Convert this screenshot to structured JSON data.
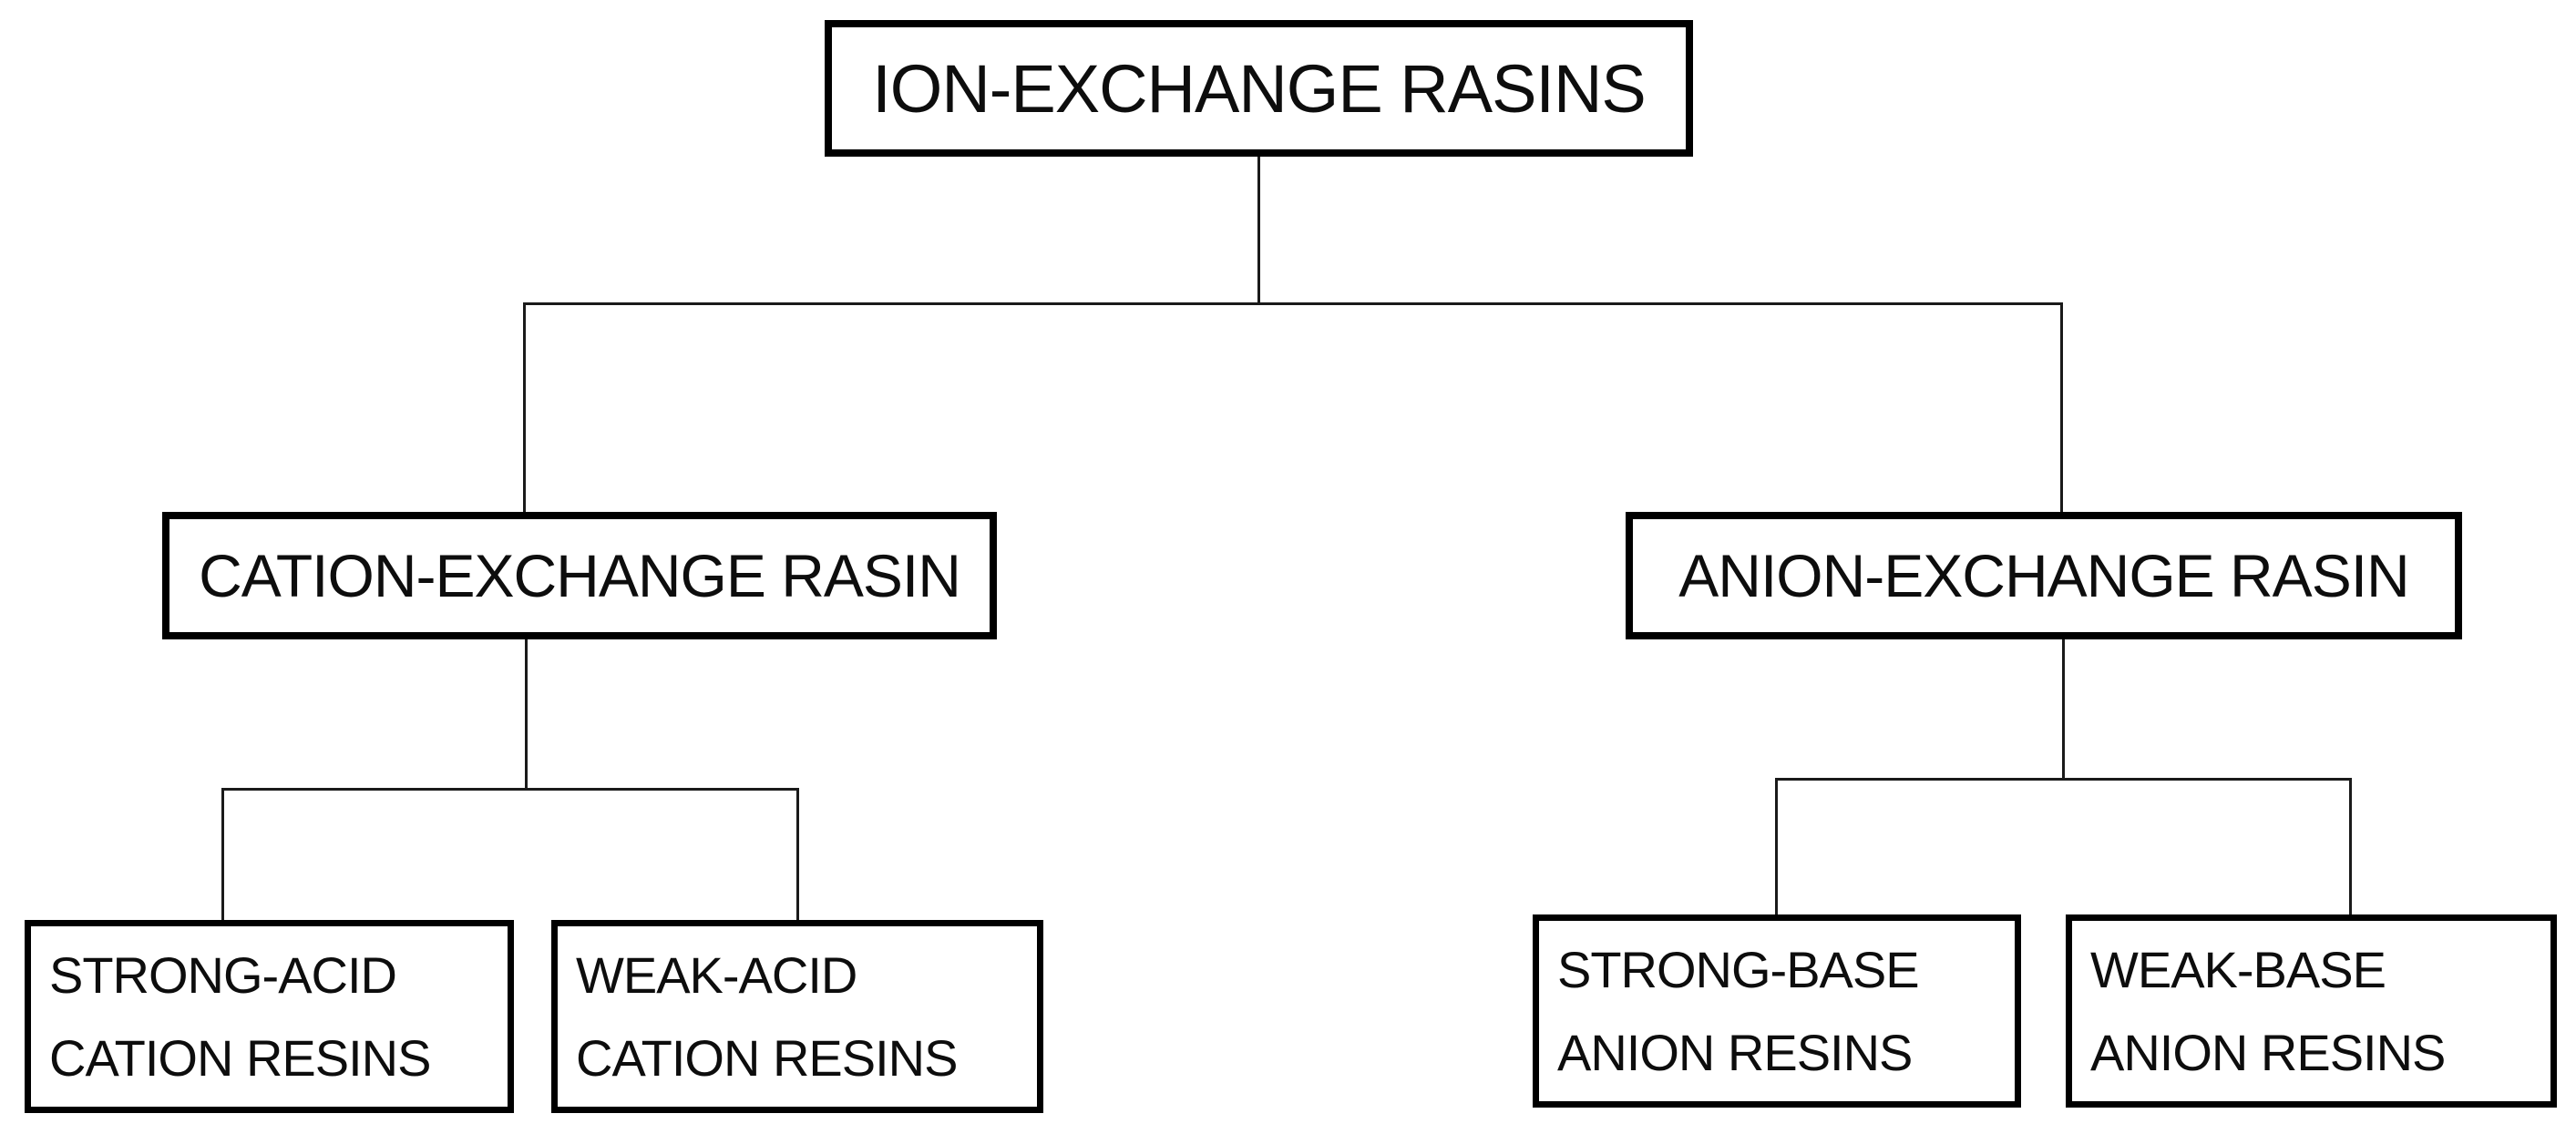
{
  "diagram": {
    "type": "hierarchy-tree",
    "root": {
      "label": "ION-EXCHANGE RASINS"
    },
    "level2": [
      {
        "id": "cation-exchange",
        "label": "CATION-EXCHANGE RASIN"
      },
      {
        "id": "anion-exchange",
        "label": "ANION-EXCHANGE RASIN"
      }
    ],
    "level3": [
      {
        "id": "strong-acid-cation",
        "parent": "cation-exchange",
        "line1": "STRONG-ACID",
        "line2": "CATION RESINS"
      },
      {
        "id": "weak-acid-cation",
        "parent": "cation-exchange",
        "line1": "WEAK-ACID",
        "line2": "CATION RESINS"
      },
      {
        "id": "strong-base-anion",
        "parent": "anion-exchange",
        "line1": "STRONG-BASE",
        "line2": "ANION RESINS"
      },
      {
        "id": "weak-base-anion",
        "parent": "anion-exchange",
        "line1": "WEAK-BASE",
        "line2": "ANION RESINS"
      }
    ],
    "colors": {
      "background": "#ffffff",
      "box_fill": "#ffffff",
      "box_border": "#000000",
      "text": "#0d0d0d",
      "connector": "#1a1a1a"
    }
  }
}
